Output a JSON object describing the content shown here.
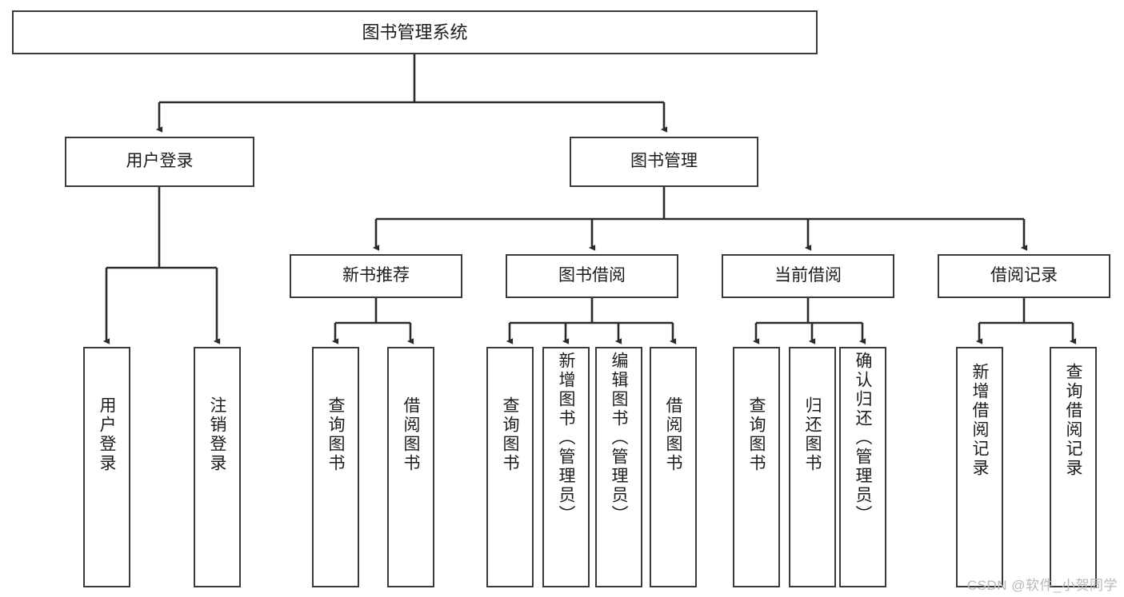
{
  "diagram": {
    "type": "tree-hierarchy",
    "title": "图书管理系统",
    "watermark": "CSDN @软件_小贺同学",
    "colors": {
      "box_border": "#3a3a3a",
      "box_fill": "#ffffff",
      "edge": "#2b2b2b",
      "text": "#1c1c1c",
      "watermark": "#b9b9b9"
    },
    "nodes": {
      "root": {
        "label": "图书管理系统"
      },
      "level2": [
        {
          "id": "user-login",
          "label": "用户登录"
        },
        {
          "id": "book-manage",
          "label": "图书管理"
        }
      ],
      "level3": [
        {
          "id": "new-book-recommend",
          "label": "新书推荐"
        },
        {
          "id": "book-borrow",
          "label": "图书借阅"
        },
        {
          "id": "current-borrow",
          "label": "当前借阅"
        },
        {
          "id": "borrow-record",
          "label": "借阅记录"
        }
      ],
      "leaves": {
        "user_login": [
          {
            "id": "leaf-user-login",
            "label": "用户登录"
          },
          {
            "id": "leaf-logout",
            "label": "注销登录"
          }
        ],
        "new_book_recommend": [
          {
            "id": "leaf-query-book-1",
            "label": "查询图书"
          },
          {
            "id": "leaf-borrow-book-1",
            "label": "借阅图书"
          }
        ],
        "book_borrow": [
          {
            "id": "leaf-query-book-2",
            "label": "查询图书"
          },
          {
            "id": "leaf-add-book",
            "label": "新增图书（管理员）"
          },
          {
            "id": "leaf-edit-book",
            "label": "编辑图书（管理员）"
          },
          {
            "id": "leaf-borrow-book-2",
            "label": "借阅图书"
          }
        ],
        "current_borrow": [
          {
            "id": "leaf-query-book-3",
            "label": "查询图书"
          },
          {
            "id": "leaf-return-book",
            "label": "归还图书"
          },
          {
            "id": "leaf-confirm-return",
            "label": "确认归还（管理员）"
          }
        ],
        "borrow_record": [
          {
            "id": "leaf-add-record",
            "label": "新增借阅记录"
          },
          {
            "id": "leaf-query-record",
            "label": "查询借阅记录"
          }
        ]
      }
    }
  }
}
